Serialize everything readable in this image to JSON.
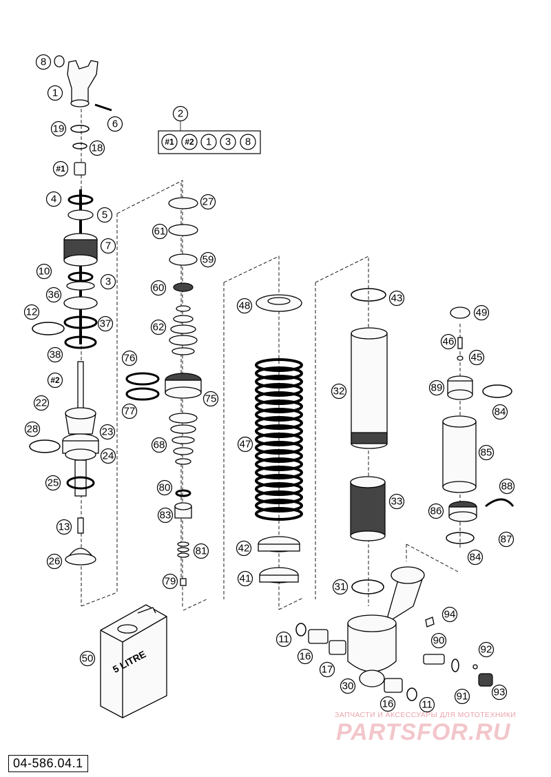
{
  "document_code": "04-586.04.1",
  "watermark": {
    "subtitle": "ЗАПЧАСТИ И АКСЕССУАРЫ ДЛЯ МОТОТЕХНИКИ",
    "brand": "PARTSFOR.RU"
  },
  "canister_label": "5 LITRE",
  "kit_label": "2",
  "kit_contents": [
    "#1",
    "#2",
    "1",
    "3",
    "8"
  ],
  "callouts": [
    "8",
    "1",
    "6",
    "19",
    "18",
    "#1",
    "4",
    "5",
    "7",
    "10",
    "3",
    "36",
    "12",
    "37",
    "38",
    "#2",
    "22",
    "28",
    "23",
    "24",
    "25",
    "13",
    "26",
    "27",
    "61",
    "59",
    "60",
    "62",
    "76",
    "77",
    "75",
    "68",
    "80",
    "83",
    "81",
    "79",
    "48",
    "47",
    "42",
    "41",
    "43",
    "32",
    "33",
    "31",
    "49",
    "46",
    "45",
    "89",
    "84",
    "85",
    "88",
    "86",
    "87",
    "84",
    "94",
    "90",
    "92",
    "11",
    "16",
    "17",
    "30",
    "91",
    "93",
    "16",
    "11",
    "50"
  ]
}
